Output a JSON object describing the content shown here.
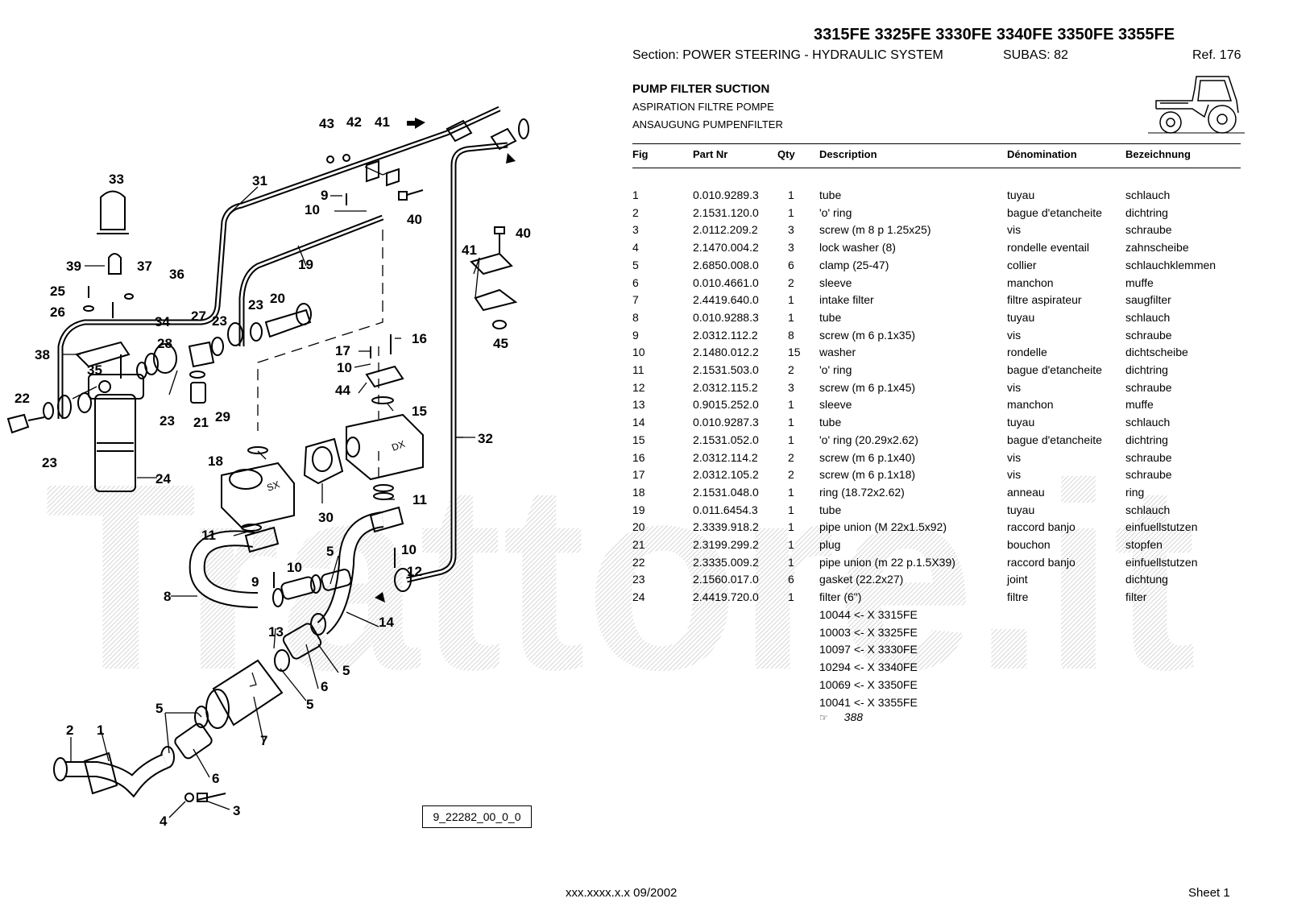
{
  "header": {
    "models": "3315FE 3325FE 3330FE 3340FE 3350FE 3355FE",
    "section": "Section: POWER STEERING - HYDRAULIC SYSTEM",
    "subas": "SUBAS: 82",
    "ref": "Ref. 176",
    "title_en": "PUMP FILTER SUCTION",
    "title_fr": "ASPIRATION FILTRE POMPE",
    "title_de": "ANSAUGUNG PUMPENFILTER"
  },
  "table": {
    "columns": [
      "Fig",
      "Part Nr",
      "Qty",
      "Description",
      "Dénomination",
      "Bezeichnung"
    ],
    "rows": [
      [
        "1",
        "0.010.9289.3",
        "1",
        "tube",
        "tuyau",
        "schlauch"
      ],
      [
        "2",
        "2.1531.120.0",
        "1",
        "'o' ring",
        "bague d'etancheite",
        "dichtring"
      ],
      [
        "3",
        "2.0112.209.2",
        "3",
        "screw (m 8 p 1.25x25)",
        "vis",
        "schraube"
      ],
      [
        "4",
        "2.1470.004.2",
        "3",
        "lock washer (8)",
        "rondelle eventail",
        "zahnscheibe"
      ],
      [
        "5",
        "2.6850.008.0",
        "6",
        "clamp (25-47)",
        "collier",
        "schlauchklemmen"
      ],
      [
        "6",
        "0.010.4661.0",
        "2",
        "sleeve",
        "manchon",
        "muffe"
      ],
      [
        "7",
        "2.4419.640.0",
        "1",
        "intake filter",
        "filtre aspirateur",
        "saugfilter"
      ],
      [
        "8",
        "0.010.9288.3",
        "1",
        "tube",
        "tuyau",
        "schlauch"
      ],
      [
        "9",
        "2.0312.112.2",
        "8",
        "screw (m 6 p.1x35)",
        "vis",
        "schraube"
      ],
      [
        "10",
        "2.1480.012.2",
        "15",
        "washer",
        "rondelle",
        "dichtscheibe"
      ],
      [
        "11",
        "2.1531.503.0",
        "2",
        "'o' ring",
        "bague d'etancheite",
        "dichtring"
      ],
      [
        "12",
        "2.0312.115.2",
        "3",
        "screw (m 6 p.1x45)",
        "vis",
        "schraube"
      ],
      [
        "13",
        "0.9015.252.0",
        "1",
        "sleeve",
        "manchon",
        "muffe"
      ],
      [
        "14",
        "0.010.9287.3",
        "1",
        "tube",
        "tuyau",
        "schlauch"
      ],
      [
        "15",
        "2.1531.052.0",
        "1",
        "'o' ring (20.29x2.62)",
        "bague d'etancheite",
        "dichtring"
      ],
      [
        "16",
        "2.0312.114.2",
        "2",
        "screw (m 6 p.1x40)",
        "vis",
        "schraube"
      ],
      [
        "17",
        "2.0312.105.2",
        "2",
        "screw (m 6 p.1x18)",
        "vis",
        "schraube"
      ],
      [
        "18",
        "2.1531.048.0",
        "1",
        "ring (18.72x2.62)",
        "anneau",
        "ring"
      ],
      [
        "19",
        "0.011.6454.3",
        "1",
        "tube",
        "tuyau",
        "schlauch"
      ],
      [
        "20",
        "2.3339.918.2",
        "1",
        "pipe union (M 22x1.5x92)",
        "raccord banjo",
        "einfuellstutzen"
      ],
      [
        "21",
        "2.3199.299.2",
        "1",
        "plug",
        "bouchon",
        "stopfen"
      ],
      [
        "22",
        "2.3335.009.2",
        "1",
        "pipe union (m 22 p.1.5X39)",
        "raccord banjo",
        "einfuellstutzen"
      ],
      [
        "23",
        "2.1560.017.0",
        "6",
        "gasket (22.2x27)",
        "joint",
        "dichtung"
      ],
      [
        "24",
        "2.4419.720.0",
        "1",
        "filter (6\")",
        "filtre",
        "filter"
      ]
    ],
    "serial_notes": [
      "10044 <- X 3315FE",
      "10003 <- X 3325FE",
      "10097 <- X 3330FE",
      "10294 <- X 3340FE",
      "10069 <- X 3350FE",
      "10041 <- X 3355FE"
    ],
    "page_ref_icon": "pointing-hand-icon",
    "page_ref": "388"
  },
  "diagram": {
    "drawing_id": "9_22282_00_0_0",
    "callouts": [
      "1",
      "2",
      "3",
      "4",
      "5",
      "5",
      "5",
      "5",
      "5",
      "6",
      "6",
      "7",
      "8",
      "9",
      "9",
      "10",
      "10",
      "10",
      "10",
      "11",
      "11",
      "12",
      "13",
      "14",
      "15",
      "16",
      "17",
      "18",
      "19",
      "20",
      "21",
      "22",
      "23",
      "23",
      "23",
      "23",
      "24",
      "25",
      "26",
      "27",
      "28",
      "29",
      "30",
      "31",
      "32",
      "33",
      "34",
      "35",
      "36",
      "37",
      "38",
      "39",
      "40",
      "40",
      "41",
      "41",
      "42",
      "43",
      "44",
      "45"
    ],
    "pump_labels": [
      "SX",
      "DX"
    ]
  },
  "watermark": "Trattore.it",
  "footer": {
    "code": "xxx.xxxx.x.x  09/2002",
    "sheet": "Sheet 1"
  }
}
